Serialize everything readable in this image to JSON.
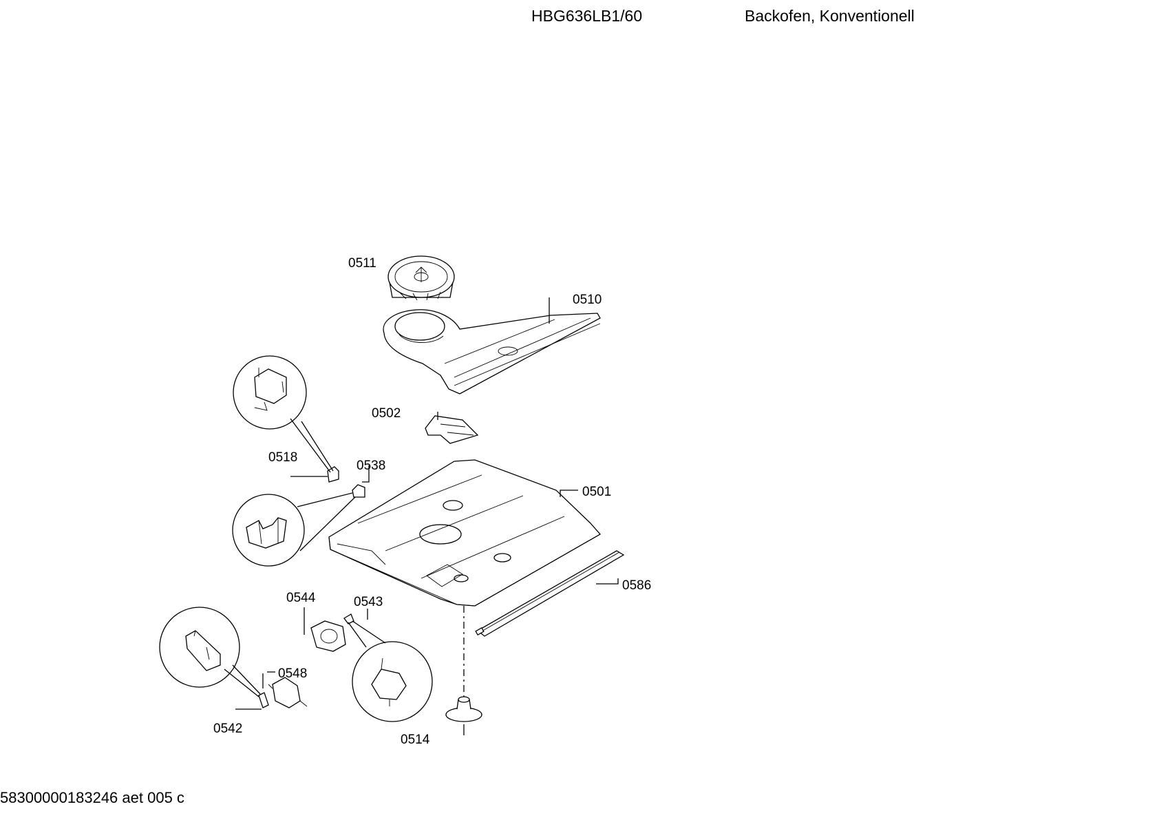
{
  "header": {
    "model": "HBG636LB1/60",
    "description": "Backofen, Konventionell"
  },
  "footer": {
    "code": "58300000183246 aet 005 c"
  },
  "parts": {
    "p0511": "0511",
    "p0510": "0510",
    "p0502": "0502",
    "p0518": "0518",
    "p0538": "0538",
    "p0501": "0501",
    "p0586": "0586",
    "p0544": "0544",
    "p0543": "0543",
    "p0548": "0548",
    "p0542": "0542",
    "p0514": "0514"
  }
}
